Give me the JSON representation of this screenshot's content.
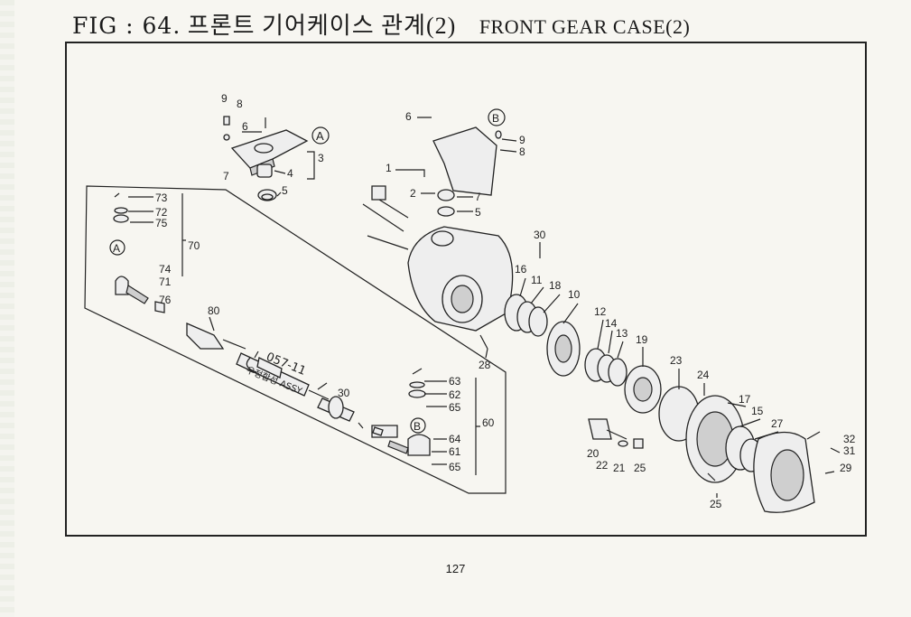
{
  "header": {
    "fig_label": "FIG : 64.",
    "title_kr": "프론트 기어케이스 관계(2)",
    "title_en": "FRONT GEAR CASE(2)"
  },
  "page_number": "127",
  "handwritten_note": {
    "line1": "057-11",
    "line2": "우정합성 ASSY"
  },
  "callouts": {
    "top_left": [
      "9",
      "8",
      "6",
      "3",
      "4",
      "5",
      "7",
      "A"
    ],
    "sub_left": [
      "73",
      "72",
      "75",
      "70",
      "A",
      "74",
      "71",
      "76",
      "80"
    ],
    "sub_right": [
      "63",
      "62",
      "65",
      "60",
      "B",
      "64",
      "61",
      "65",
      "30"
    ],
    "main": [
      "6",
      "B",
      "9",
      "8",
      "1",
      "2",
      "7",
      "5",
      "30",
      "16",
      "11",
      "18",
      "10",
      "12",
      "14",
      "13",
      "19",
      "28",
      "23",
      "24",
      "17",
      "15",
      "27",
      "32",
      "31",
      "29",
      "20",
      "22",
      "21",
      "25",
      "25"
    ]
  }
}
